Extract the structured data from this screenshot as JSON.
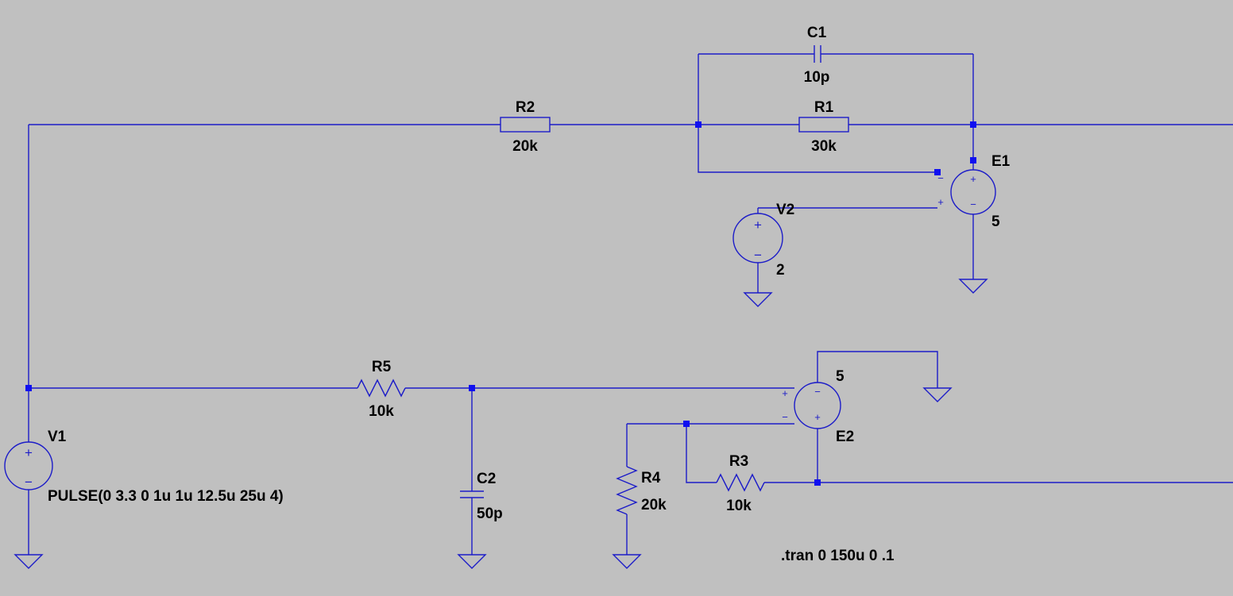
{
  "components": {
    "c1": {
      "ref": "C1",
      "value": "10p"
    },
    "c2": {
      "ref": "C2",
      "value": "50p"
    },
    "r1": {
      "ref": "R1",
      "value": "30k"
    },
    "r2": {
      "ref": "R2",
      "value": "20k"
    },
    "r3": {
      "ref": "R3",
      "value": "10k"
    },
    "r4": {
      "ref": "R4",
      "value": "20k"
    },
    "r5": {
      "ref": "R5",
      "value": "10k"
    },
    "e1": {
      "ref": "E1",
      "value": "5"
    },
    "e2": {
      "ref": "E2",
      "value": "5"
    },
    "v1": {
      "ref": "V1",
      "value": "PULSE(0 3.3 0 1u 1u 12.5u 25u 4)"
    },
    "v2": {
      "ref": "V2",
      "value": "2"
    }
  },
  "pin_signs": {
    "plus": "+",
    "minus": "−"
  },
  "directive": ".tran 0 150u 0 .1",
  "colors": {
    "background": "#c0c0c0",
    "wire": "#1c1cc8",
    "junction": "#1010f0",
    "label": "#000000"
  }
}
